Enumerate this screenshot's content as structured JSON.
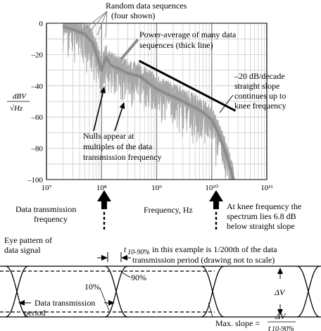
{
  "chart_data": {
    "type": "line",
    "xscale": "log",
    "xlim": [
      10000000,
      100000000000
    ],
    "ylim": [
      -100,
      0
    ],
    "xlabel": "Frequency, Hz",
    "ylabel_top": "dBV",
    "ylabel_bottom": "√Hz",
    "x_ticks": [
      "10⁷",
      "10⁸",
      "10⁹",
      "10¹⁰",
      "10¹¹"
    ],
    "x_tick_values": [
      10000000,
      100000000,
      1000000000,
      10000000000,
      100000000000
    ],
    "y_ticks": [
      "0",
      "–20",
      "–40",
      "–60",
      "–80",
      "–100"
    ],
    "y_tick_values": [
      0,
      -20,
      -40,
      -60,
      -80,
      -100
    ],
    "grid": true,
    "series": [
      {
        "x": [
          20000000,
          30000000,
          50000000,
          70000000,
          100000000,
          120000000,
          150000000,
          200000000,
          300000000,
          500000000,
          700000000,
          1000000000,
          1500000000,
          2000000000,
          3000000000,
          5000000000,
          7000000000,
          10000000000,
          13000000000,
          16000000000,
          20000000000,
          25000000000
        ],
        "y": [
          -2,
          -4,
          -7,
          -13,
          -30,
          -22,
          -27,
          -29,
          -32,
          -34,
          -38,
          -42,
          -45,
          -47,
          -50,
          -54,
          -57,
          -62,
          -70,
          -78,
          -88,
          -100
        ]
      },
      {
        "x": [
          480000000,
          27000000000
        ],
        "y": [
          -24,
          -56
        ]
      }
    ]
  },
  "annotations": {
    "random_sequences": [
      "Random data sequences",
      "(four shown)"
    ],
    "power_average": [
      "Power-average of many data",
      "sequences (thick line)"
    ],
    "slope": [
      "–20 dB/decade",
      "straight slope",
      "continues up to",
      "knee frequency"
    ],
    "nulls": [
      "Nulls appear at",
      "multiples of the data",
      "transmission frequency"
    ],
    "data_freq": [
      "Data transmission",
      "frequency"
    ],
    "knee": [
      "At knee frequency the",
      "spectrum lies 6.8 dB",
      "below straight slope"
    ]
  },
  "eye": {
    "label": [
      "Eye pattern of",
      "data signal"
    ],
    "t_symbol": "t",
    "t_sub": "10-90%",
    "t_rest": [
      "in this example is 1/200th of the data",
      "transmission period (drawing not to scale)"
    ],
    "p90": "90%",
    "p10": "10%",
    "delta_v": "ΔV",
    "period": [
      "Data transmission",
      "period"
    ],
    "max_slope_label": "Max. slope =",
    "max_slope_num": "ΔV",
    "max_slope_den_t": "t",
    "max_slope_den_sub": "10-90%"
  }
}
